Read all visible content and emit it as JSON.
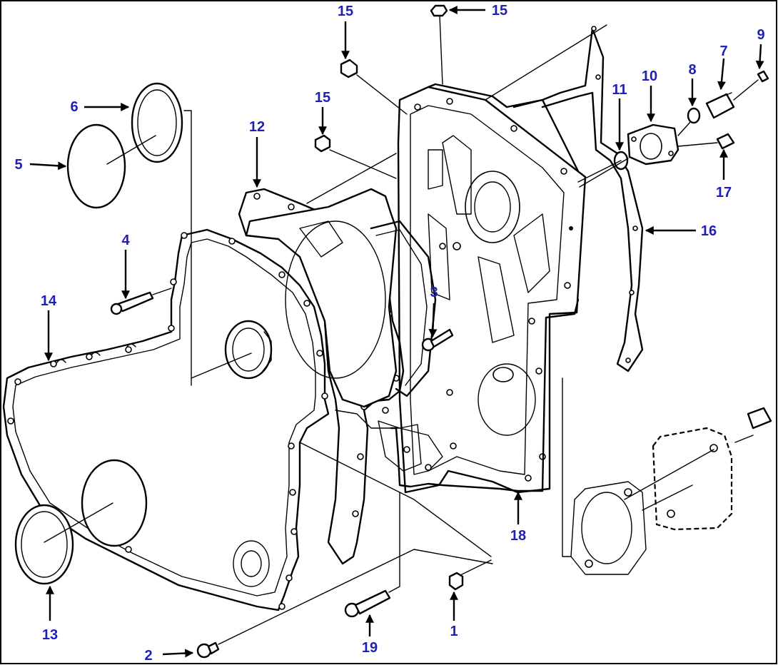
{
  "diagram": {
    "frame_color": "#000000",
    "label_color": "#1f1fb8",
    "callouts": [
      {
        "id": "c1",
        "text": "1"
      },
      {
        "id": "c2",
        "text": "2"
      },
      {
        "id": "c3",
        "text": "3"
      },
      {
        "id": "c4",
        "text": "4"
      },
      {
        "id": "c5",
        "text": "5"
      },
      {
        "id": "c6",
        "text": "6"
      },
      {
        "id": "c7",
        "text": "7"
      },
      {
        "id": "c8",
        "text": "8"
      },
      {
        "id": "c9",
        "text": "9"
      },
      {
        "id": "c10",
        "text": "10"
      },
      {
        "id": "c11",
        "text": "11"
      },
      {
        "id": "c12",
        "text": "12"
      },
      {
        "id": "c13",
        "text": "13"
      },
      {
        "id": "c14",
        "text": "14"
      },
      {
        "id": "c15a",
        "text": "15"
      },
      {
        "id": "c15b",
        "text": "15"
      },
      {
        "id": "c15c",
        "text": "15"
      },
      {
        "id": "c16",
        "text": "16"
      },
      {
        "id": "c17",
        "text": "17"
      },
      {
        "id": "c18",
        "text": "18"
      },
      {
        "id": "c19",
        "text": "19"
      }
    ]
  }
}
